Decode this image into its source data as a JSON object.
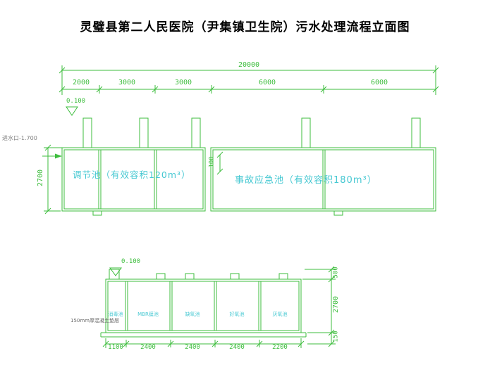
{
  "title": "灵璧县第二人民医院（尹集镇卫生院）污水处理流程立面图",
  "colors": {
    "line_green": "#3dbd3d",
    "label_cyan": "#46c8d2",
    "title_black": "#000000"
  },
  "upper": {
    "total_dim": "20000",
    "segment_dims": [
      "2000",
      "3000",
      "3000",
      "6000",
      "6000"
    ],
    "elevation_label": "0.100",
    "inlet_label": "进水口-1.700",
    "height_dim": "2700",
    "freeboard_dim": "100",
    "tank1_label": "调节池（有效容积120m³）",
    "tank2_label": "事故应急池（有效容积180m³）"
  },
  "lower": {
    "elevation_label": "0.100",
    "compartment_labels": [
      "消毒池",
      "MBR膜池",
      "缺氧池",
      "好氧池",
      "厌氧池"
    ],
    "base_note": "150mm厚混凝土垫层",
    "bottom_dims": [
      "1100",
      "2400",
      "2400",
      "2400",
      "2200"
    ],
    "right_dims": [
      "500",
      "2700",
      "150"
    ]
  }
}
